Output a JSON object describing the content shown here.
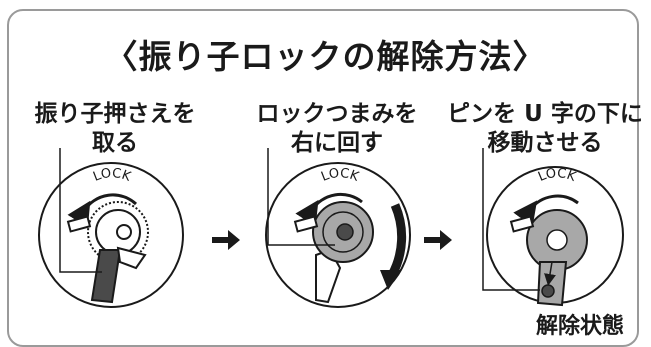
{
  "title": "〈振り子ロックの解除方法〉",
  "steps": [
    {
      "line1": "振り子押さえを",
      "line2": "取る"
    },
    {
      "line1": "ロックつまみを",
      "line2": "右に回す"
    },
    {
      "line1": "ピンを U 字の下に",
      "line2": "移動させる"
    }
  ],
  "lock_label": "LOCK",
  "result_label": "解除状態",
  "icons": [
    "arrow-right-icon",
    "arrow-right-icon",
    "rotate-clockwise-arrow-icon"
  ],
  "colors": {
    "ink": "#1a1a1a",
    "gray_part": "#a8a8a8",
    "dark_part": "#4a4a4a",
    "frame": "#9a9a9a"
  }
}
